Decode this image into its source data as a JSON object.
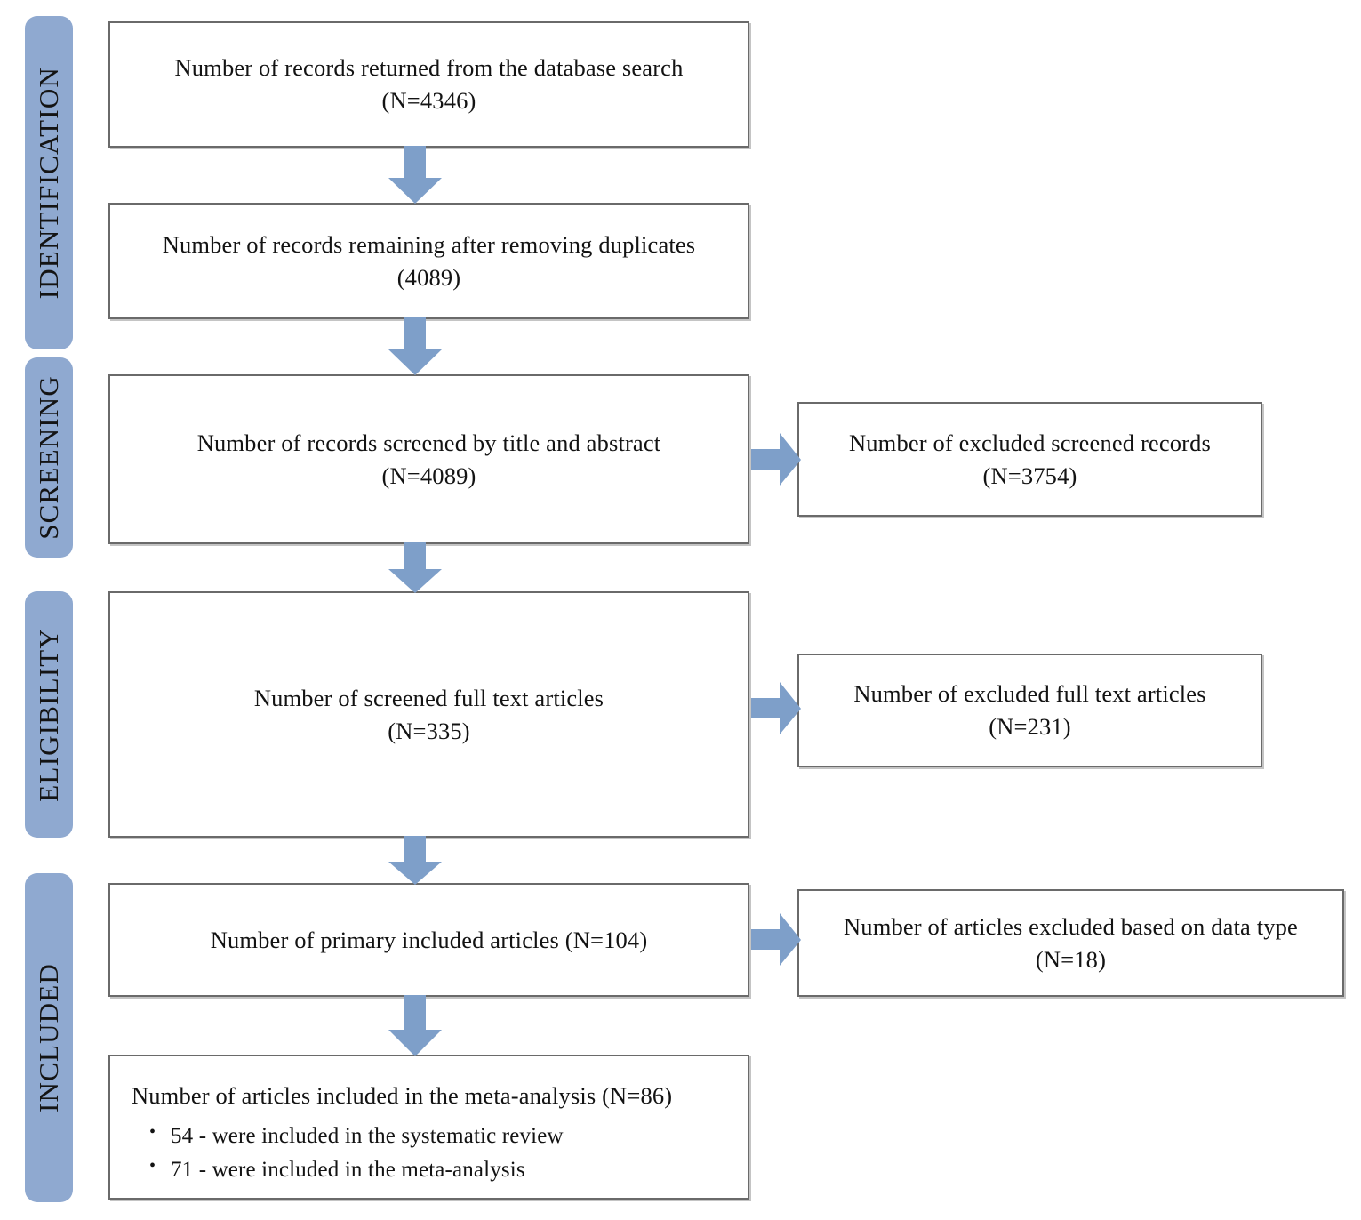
{
  "diagram": {
    "title": "PRISMA study selection flow diagram",
    "accent_color": "#8FA9D0",
    "box_border_color": "#6a6a6a",
    "arrow_color": "#7E9FC9"
  },
  "stages": [
    {
      "id": "identification",
      "label": "IDENTIFICATION"
    },
    {
      "id": "screening",
      "label": "SCREENING"
    },
    {
      "id": "eligibility",
      "label": "ELIGIBILITY"
    },
    {
      "id": "included",
      "label": "INCLUDED"
    }
  ],
  "main_boxes": [
    {
      "id": "records-returned",
      "line1": "Number of records returned from  the database search",
      "line2": "(N=4346)"
    },
    {
      "id": "records-after-duplicates",
      "line1": "Number of records remaining  after removing  duplicates",
      "line2": "(4089)"
    },
    {
      "id": "records-screened",
      "line1": "Number of records screened  by title  and abstract",
      "line2": "(N=4089)"
    },
    {
      "id": "full-text-screened",
      "line1": "Number of screened full  text articles",
      "line2": "(N=335)"
    },
    {
      "id": "primary-included",
      "line1": "Number of primary  included  articles  (N=104)",
      "line2": ""
    }
  ],
  "final_box": {
    "id": "meta-analysis-included",
    "heading": "Number of articles  included  in the meta-analysis  (N=86)",
    "bullets": [
      "54 - were included in the systematic review",
      "71 - were included in the meta-analysis"
    ]
  },
  "exclusion_boxes": [
    {
      "id": "excluded-screened-records",
      "line1": "Number of excluded  screened records",
      "line2": "(N=3754)"
    },
    {
      "id": "excluded-full-text",
      "line1": "Number of excluded  full  text articles",
      "line2": "(N=231)"
    },
    {
      "id": "excluded-data-type",
      "line1": "Number of articles  excluded  based on data type",
      "line2": "(N=18)"
    }
  ],
  "arrows": [
    {
      "id": "arrow-down-1",
      "direction": "down"
    },
    {
      "id": "arrow-down-2",
      "direction": "down"
    },
    {
      "id": "arrow-down-3",
      "direction": "down"
    },
    {
      "id": "arrow-down-4",
      "direction": "down"
    },
    {
      "id": "arrow-down-5",
      "direction": "down"
    },
    {
      "id": "arrow-right-1",
      "direction": "right"
    },
    {
      "id": "arrow-right-2",
      "direction": "right"
    },
    {
      "id": "arrow-right-3",
      "direction": "right"
    }
  ]
}
